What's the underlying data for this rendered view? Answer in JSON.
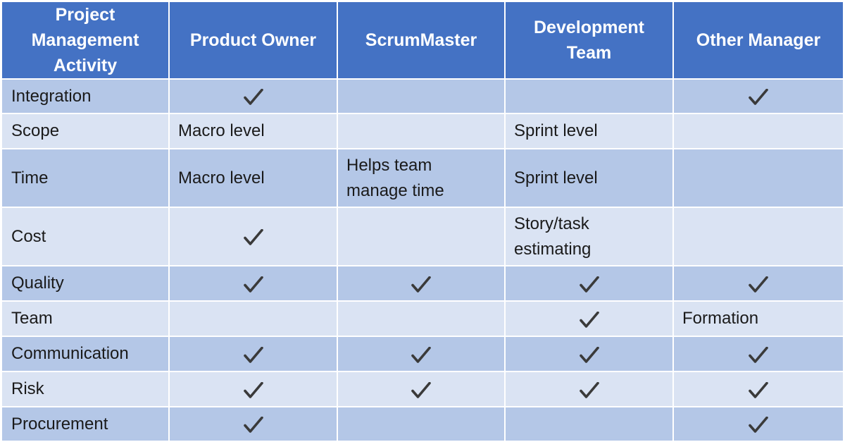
{
  "columns": [
    "Project Management Activity",
    "Product Owner",
    "ScrumMaster",
    "Development Team",
    "Other Manager"
  ],
  "check_icon": "check-mark-icon",
  "colors": {
    "header_bg": "#4472c4",
    "row_dark": "#b4c7e7",
    "row_light": "#dae3f3",
    "check": "#3a3a3a"
  },
  "rows": [
    {
      "activity": "Integration",
      "cells": [
        {
          "check": true
        },
        {
          "text": ""
        },
        {
          "text": ""
        },
        {
          "check": true
        }
      ]
    },
    {
      "activity": "Scope",
      "cells": [
        {
          "text": "Macro level"
        },
        {
          "text": ""
        },
        {
          "text": "Sprint level"
        },
        {
          "text": ""
        }
      ]
    },
    {
      "activity": "Time",
      "cells": [
        {
          "text": "Macro level"
        },
        {
          "text": "Helps team manage time"
        },
        {
          "text": "Sprint level"
        },
        {
          "text": ""
        }
      ]
    },
    {
      "activity": "Cost",
      "cells": [
        {
          "check": true
        },
        {
          "text": ""
        },
        {
          "text": "Story/task estimating"
        },
        {
          "text": ""
        }
      ]
    },
    {
      "activity": "Quality",
      "cells": [
        {
          "check": true
        },
        {
          "check": true
        },
        {
          "check": true
        },
        {
          "check": true
        }
      ]
    },
    {
      "activity": "Team",
      "cells": [
        {
          "text": ""
        },
        {
          "text": ""
        },
        {
          "check": true
        },
        {
          "text": "Formation"
        }
      ]
    },
    {
      "activity": "Communication",
      "cells": [
        {
          "check": true
        },
        {
          "check": true
        },
        {
          "check": true
        },
        {
          "check": true
        }
      ]
    },
    {
      "activity": "Risk",
      "cells": [
        {
          "check": true
        },
        {
          "check": true
        },
        {
          "check": true
        },
        {
          "check": true
        }
      ]
    },
    {
      "activity": "Procurement",
      "cells": [
        {
          "check": true
        },
        {
          "text": ""
        },
        {
          "text": ""
        },
        {
          "check": true
        }
      ]
    }
  ]
}
